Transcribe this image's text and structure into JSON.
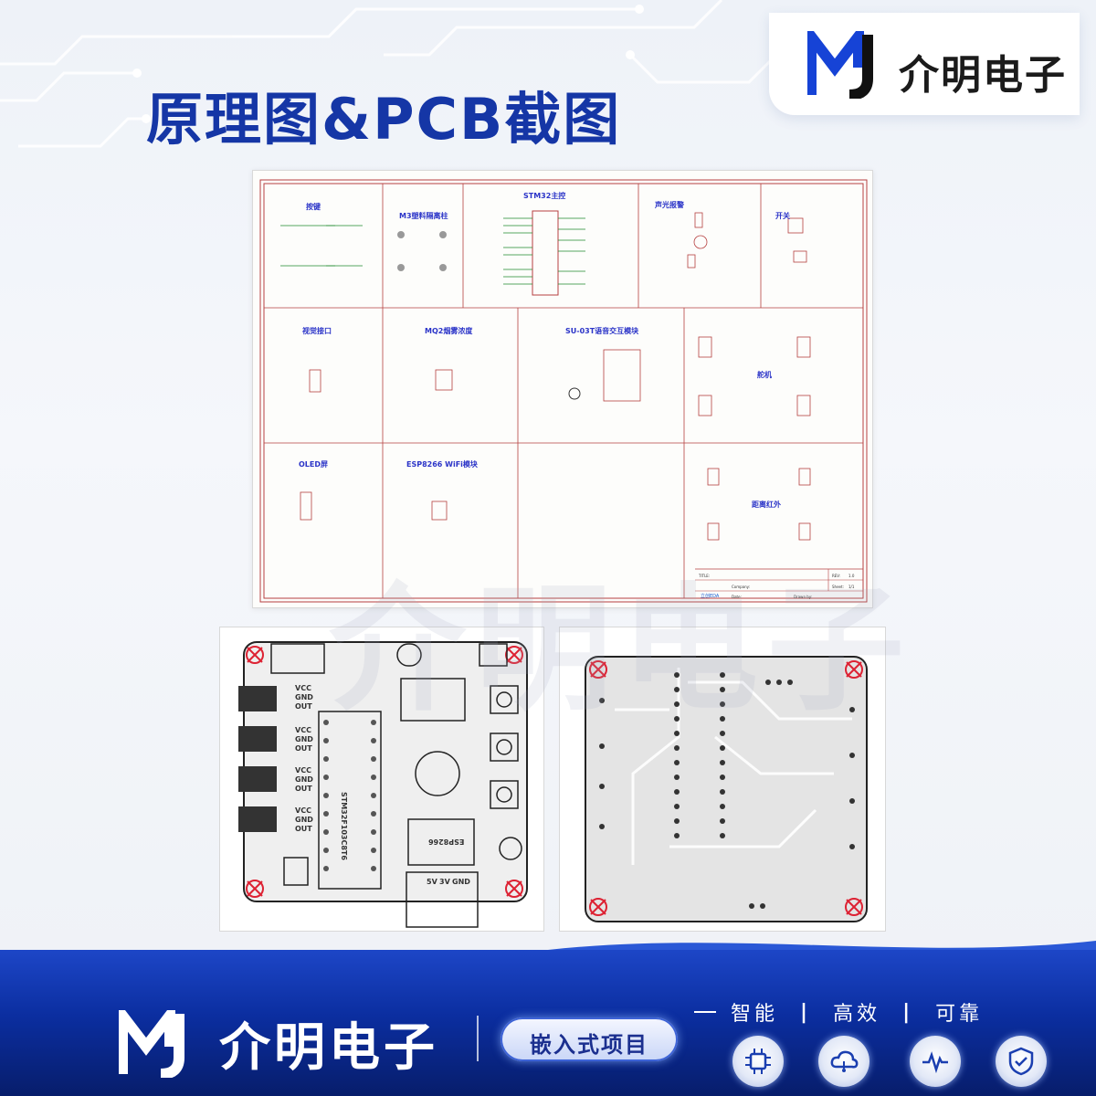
{
  "header": {
    "title": "原理图&PCB截图",
    "brand": "介明电子",
    "logo_icon": "mj-logo-icon"
  },
  "watermark": "介明电子",
  "schematic": {
    "sections": [
      "按键",
      "M3塑料隔离柱",
      "STM32主控",
      "声光报警",
      "开关",
      "视觉接口",
      "MQ2烟雾浓度",
      "SU-03T语音交互模块",
      "舵机",
      "OLED屏",
      "ESP8266 WiFi模块",
      "距离红外"
    ],
    "title_block": {
      "company": "Company:",
      "drawn_by": "Drawn by:",
      "date": "Date:",
      "rev": "REV:",
      "rev_value": "1.0",
      "sheet": "Sheet:",
      "sheet_value": "1/1",
      "title": "TITLE:",
      "logo": "立创EDA"
    }
  },
  "pcb_front": {
    "mcu_label": "STM32F103C8T6",
    "wifi_label": "ESP8266",
    "pin_labels": [
      "VCC",
      "GND",
      "OUT"
    ],
    "voltage_labels": [
      "5V",
      "3V",
      "GND"
    ]
  },
  "footer": {
    "brand": "介明电子",
    "pill": "嵌入式项目",
    "tagline": [
      "智能",
      "高效",
      "可靠"
    ],
    "icons": [
      "chip-icon",
      "cloud-icon",
      "pulse-icon",
      "shield-check-icon"
    ],
    "colors": {
      "primary": "#1536a6",
      "footer_dark": "#071d6b"
    }
  }
}
